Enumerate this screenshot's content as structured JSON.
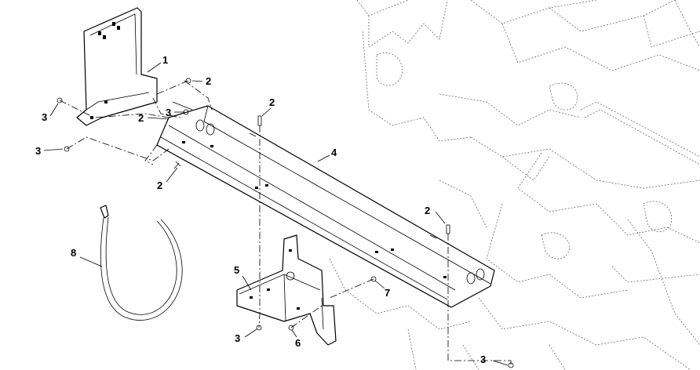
{
  "callouts": [
    {
      "id": "c1",
      "text": "1"
    },
    {
      "id": "c2a",
      "text": "2"
    },
    {
      "id": "c2b",
      "text": "2"
    },
    {
      "id": "c2c",
      "text": "2"
    },
    {
      "id": "c2d",
      "text": "2"
    },
    {
      "id": "c2e",
      "text": "2"
    },
    {
      "id": "c3a",
      "text": "3"
    },
    {
      "id": "c3b",
      "text": "3"
    },
    {
      "id": "c3c",
      "text": "3"
    },
    {
      "id": "c3d",
      "text": "3"
    },
    {
      "id": "c3e",
      "text": "3"
    },
    {
      "id": "c4",
      "text": "4"
    },
    {
      "id": "c5",
      "text": "5"
    },
    {
      "id": "c6",
      "text": "6"
    },
    {
      "id": "c7",
      "text": "7"
    },
    {
      "id": "c8",
      "text": "8"
    }
  ]
}
